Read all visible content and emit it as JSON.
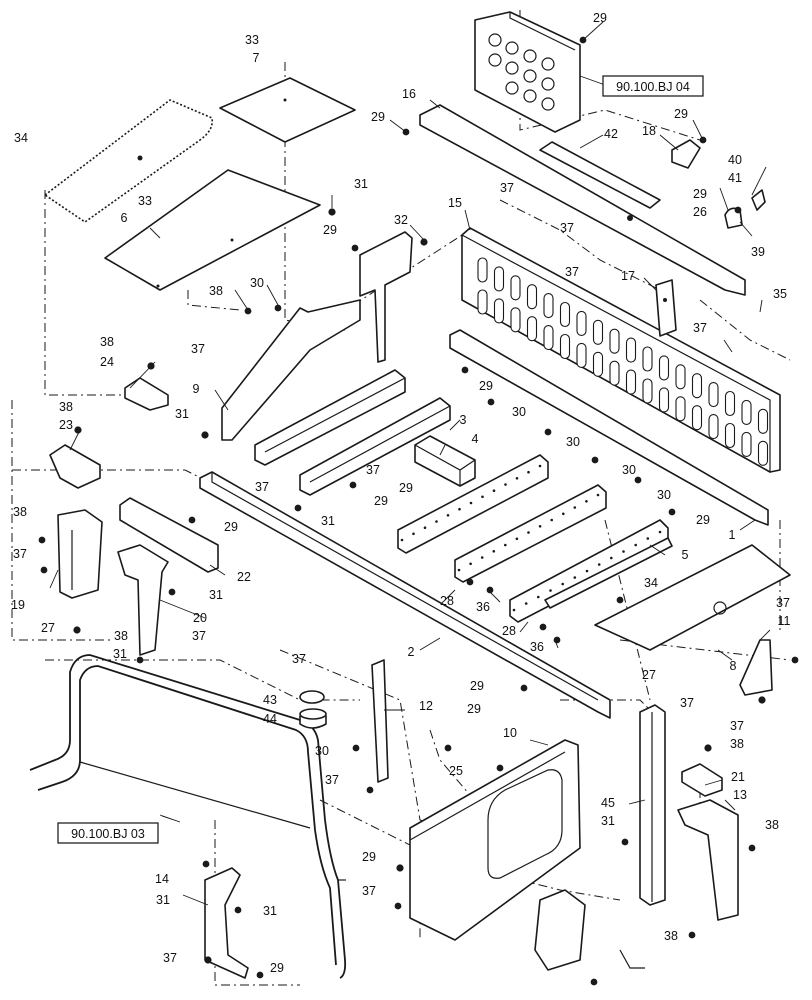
{
  "references": [
    {
      "id": "ref-top",
      "text": "90.100.BJ 04"
    },
    {
      "id": "ref-bottom",
      "text": "90.100.BJ 03"
    }
  ],
  "callouts": [
    {
      "id": "c1",
      "text": "29"
    },
    {
      "id": "c2",
      "text": "33"
    },
    {
      "id": "c3",
      "text": "7"
    },
    {
      "id": "c4",
      "text": "16"
    },
    {
      "id": "c5",
      "text": "29"
    },
    {
      "id": "c6",
      "text": "42"
    },
    {
      "id": "c7",
      "text": "18"
    },
    {
      "id": "c8",
      "text": "29"
    },
    {
      "id": "c9",
      "text": "34"
    },
    {
      "id": "c10",
      "text": "40"
    },
    {
      "id": "c11",
      "text": "41"
    },
    {
      "id": "c12",
      "text": "29"
    },
    {
      "id": "c13",
      "text": "26"
    },
    {
      "id": "c14",
      "text": "39"
    },
    {
      "id": "c15",
      "text": "31"
    },
    {
      "id": "c16",
      "text": "33"
    },
    {
      "id": "c17",
      "text": "15"
    },
    {
      "id": "c18",
      "text": "37"
    },
    {
      "id": "c19",
      "text": "37"
    },
    {
      "id": "c20",
      "text": "29"
    },
    {
      "id": "c21",
      "text": "32"
    },
    {
      "id": "c22",
      "text": "6"
    },
    {
      "id": "c23",
      "text": "37"
    },
    {
      "id": "c24",
      "text": "17"
    },
    {
      "id": "c25",
      "text": "38"
    },
    {
      "id": "c26",
      "text": "30"
    },
    {
      "id": "c27",
      "text": "35"
    },
    {
      "id": "c28",
      "text": "37"
    },
    {
      "id": "c29",
      "text": "38"
    },
    {
      "id": "c30",
      "text": "37"
    },
    {
      "id": "c31",
      "text": "24"
    },
    {
      "id": "c32",
      "text": "9"
    },
    {
      "id": "c33",
      "text": "29"
    },
    {
      "id": "c34",
      "text": "30"
    },
    {
      "id": "c35",
      "text": "38"
    },
    {
      "id": "c36",
      "text": "31"
    },
    {
      "id": "c37",
      "text": "3"
    },
    {
      "id": "c38",
      "text": "23"
    },
    {
      "id": "c39",
      "text": "4"
    },
    {
      "id": "c40",
      "text": "30"
    },
    {
      "id": "c41",
      "text": "37"
    },
    {
      "id": "c42",
      "text": "37"
    },
    {
      "id": "c43",
      "text": "29"
    },
    {
      "id": "c44",
      "text": "29"
    },
    {
      "id": "c45",
      "text": "30"
    },
    {
      "id": "c46",
      "text": "30"
    },
    {
      "id": "c47",
      "text": "38"
    },
    {
      "id": "c48",
      "text": "29"
    },
    {
      "id": "c49",
      "text": "31"
    },
    {
      "id": "c50",
      "text": "29"
    },
    {
      "id": "c51",
      "text": "1"
    },
    {
      "id": "c52",
      "text": "37"
    },
    {
      "id": "c53",
      "text": "22"
    },
    {
      "id": "c54",
      "text": "5"
    },
    {
      "id": "c55",
      "text": "31"
    },
    {
      "id": "c56",
      "text": "34"
    },
    {
      "id": "c57",
      "text": "19"
    },
    {
      "id": "c58",
      "text": "20"
    },
    {
      "id": "c59",
      "text": "28"
    },
    {
      "id": "c60",
      "text": "36"
    },
    {
      "id": "c61",
      "text": "27"
    },
    {
      "id": "c62",
      "text": "37"
    },
    {
      "id": "c63",
      "text": "28"
    },
    {
      "id": "c64",
      "text": "38"
    },
    {
      "id": "c65",
      "text": "37"
    },
    {
      "id": "c66",
      "text": "36"
    },
    {
      "id": "c67",
      "text": "11"
    },
    {
      "id": "c68",
      "text": "31"
    },
    {
      "id": "c69",
      "text": "2"
    },
    {
      "id": "c70",
      "text": "8"
    },
    {
      "id": "c71",
      "text": "37"
    },
    {
      "id": "c72",
      "text": "27"
    },
    {
      "id": "c73",
      "text": "37"
    },
    {
      "id": "c74",
      "text": "29"
    },
    {
      "id": "c75",
      "text": "43"
    },
    {
      "id": "c76",
      "text": "12"
    },
    {
      "id": "c77",
      "text": "44"
    },
    {
      "id": "c78",
      "text": "29"
    },
    {
      "id": "c79",
      "text": "30"
    },
    {
      "id": "c80",
      "text": "10"
    },
    {
      "id": "c81",
      "text": "37"
    },
    {
      "id": "c82",
      "text": "38"
    },
    {
      "id": "c83",
      "text": "37"
    },
    {
      "id": "c84",
      "text": "25"
    },
    {
      "id": "c85",
      "text": "21"
    },
    {
      "id": "c86",
      "text": "13"
    },
    {
      "id": "c87",
      "text": "45"
    },
    {
      "id": "c88",
      "text": "31"
    },
    {
      "id": "c89",
      "text": "38"
    },
    {
      "id": "c90",
      "text": "29"
    },
    {
      "id": "c91",
      "text": "37"
    },
    {
      "id": "c92",
      "text": "14"
    },
    {
      "id": "c93",
      "text": "31"
    },
    {
      "id": "c94",
      "text": "31"
    },
    {
      "id": "c95",
      "text": "38"
    },
    {
      "id": "c96",
      "text": "37"
    },
    {
      "id": "c97",
      "text": "29"
    }
  ]
}
